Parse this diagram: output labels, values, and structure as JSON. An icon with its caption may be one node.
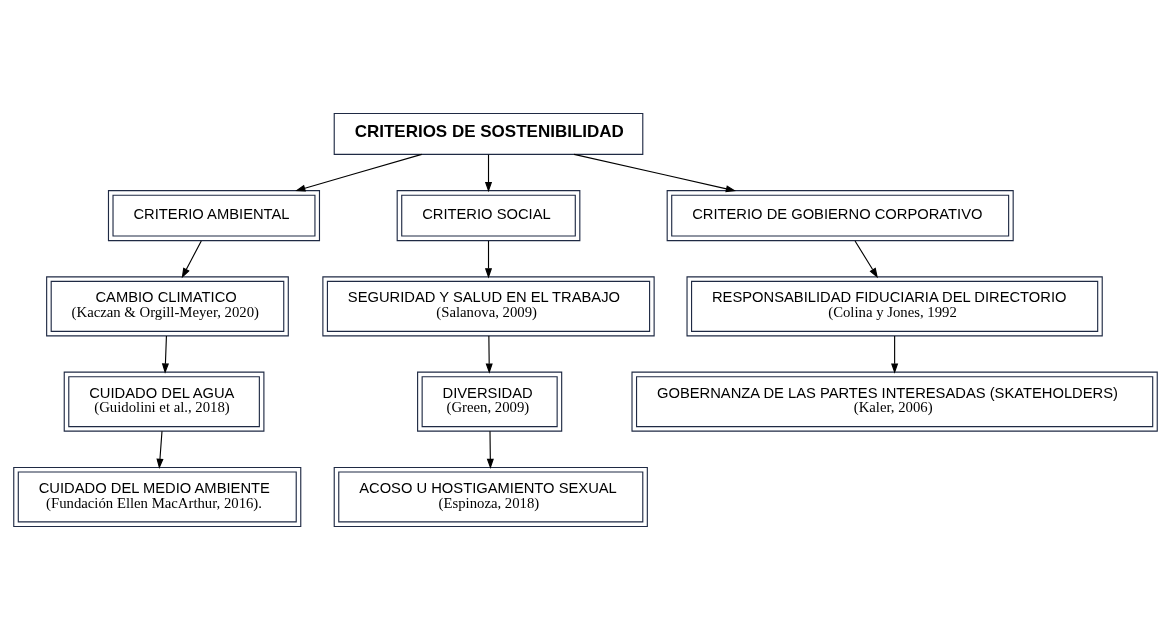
{
  "diagram": {
    "nodes": [
      {
        "text": [
          "CRITERIOS DE SOSTENIBILIDAD"
        ]
      },
      {
        "text": [
          "CRITERIO AMBIENTAL"
        ]
      },
      {
        "text": [
          "CRITERIO SOCIAL"
        ]
      },
      {
        "text": [
          "CRITERIO DE GOBIERNO CORPORATIVO"
        ]
      },
      {
        "text": [
          "CAMBIO CLIMATICO",
          "(Kaczan & Orgill-Meyer, 2020)"
        ]
      },
      {
        "text": [
          "CUIDADO DEL AGUA",
          "(Guidolini et al., 2018)"
        ]
      },
      {
        "text": [
          "CUIDADO DEL MEDIO AMBIENTE",
          "(Fundación Ellen MacArthur, 2016)."
        ]
      },
      {
        "text": [
          "SEGURIDAD Y SALUD EN EL TRABAJO",
          "(Salanova, 2009)"
        ]
      },
      {
        "text": [
          "DIVERSIDAD",
          "(Green, 2009)"
        ]
      },
      {
        "text": [
          "ACOSO U HOSTIGAMIENTO SEXUAL",
          "(Espinoza, 2018)"
        ]
      },
      {
        "text": [
          "RESPONSABILIDAD FIDUCIARIA DEL DIRECTORIO",
          "(Colina y Jones, 1992"
        ]
      },
      {
        "text": [
          "GOBERNANZA DE LAS PARTES INTERESADAS (SKATEHOLDERS)",
          "(Kaler, 2006)"
        ]
      }
    ],
    "edges": [
      {
        "from": 0,
        "to": 1,
        "arrow": "to"
      },
      {
        "from": 0,
        "to": 2,
        "arrow": "to"
      },
      {
        "from": 0,
        "to": 3,
        "arrow": "to"
      },
      {
        "from": 1,
        "to": 4,
        "arrow": "to"
      },
      {
        "from": 4,
        "to": 5,
        "arrow": "to"
      },
      {
        "from": 5,
        "to": 6,
        "arrow": "to"
      },
      {
        "from": 2,
        "to": 7,
        "arrow": "to"
      },
      {
        "from": 7,
        "to": 8,
        "arrow": "to"
      },
      {
        "from": 8,
        "to": 9,
        "arrow": "to"
      },
      {
        "from": 3,
        "to": 10,
        "arrow": "to"
      },
      {
        "from": 10,
        "to": 11,
        "arrow": "to"
      }
    ]
  }
}
